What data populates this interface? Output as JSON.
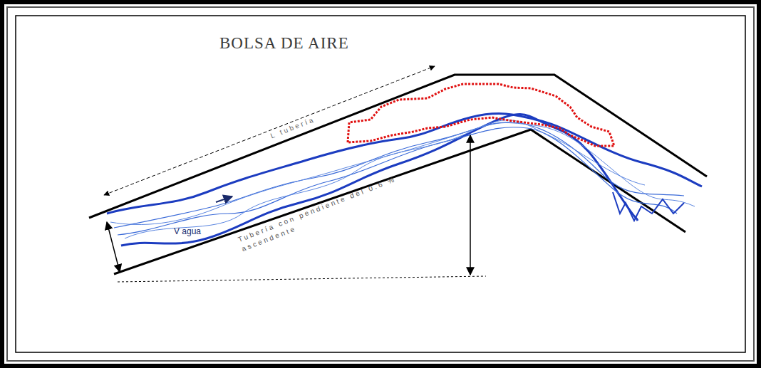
{
  "diagram": {
    "title": "BOLSA DE AIRE",
    "labels": [
      "L tubería",
      "V agua",
      "Tubería con pendiente del 0.6 % ascendente"
    ]
  }
}
